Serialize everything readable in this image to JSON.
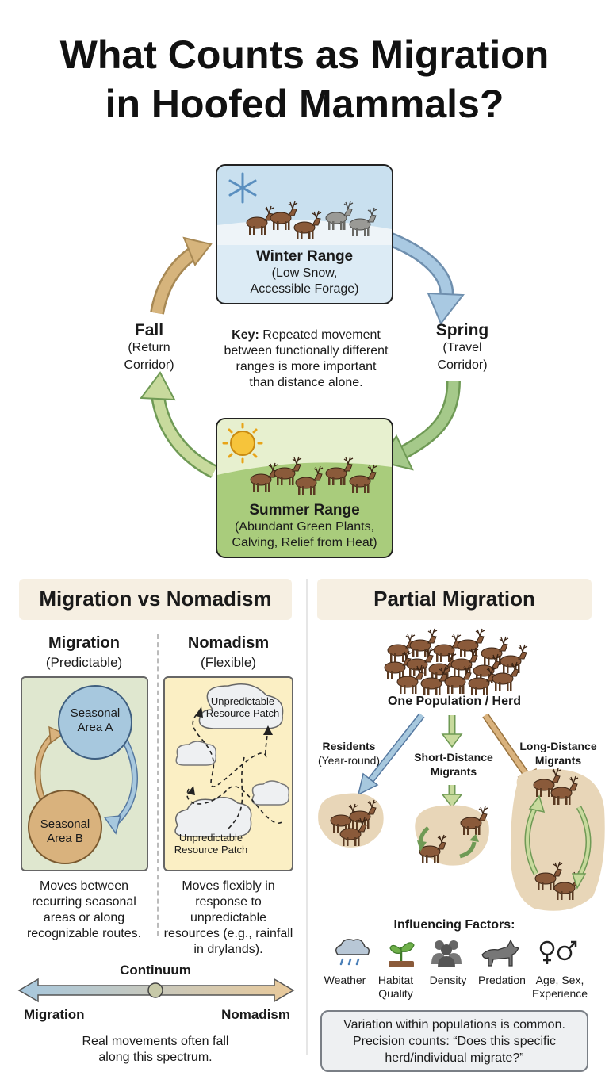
{
  "title": {
    "line1": "What Counts as Migration",
    "line2": "in Hoofed Mammals?"
  },
  "cycle": {
    "winter": {
      "name": "Winter Range",
      "sub1": "(Low Snow,",
      "sub2": "Accessible Forage)"
    },
    "summer": {
      "name": "Summer Range",
      "sub1": "(Abundant Green Plants,",
      "sub2": "Calving, Relief from Heat)"
    },
    "fall": {
      "name": "Fall",
      "sub1": "(Return",
      "sub2": "Corridor)"
    },
    "spring": {
      "name": "Spring",
      "sub1": "(Travel",
      "sub2": "Corridor)"
    },
    "key": {
      "label": "Key:",
      "line1": " Repeated movement",
      "line2": "between functionally different",
      "line3": "ranges is more important",
      "line4": "than distance alone."
    }
  },
  "left_panel": {
    "heading": "Migration vs Nomadism",
    "migration": {
      "title": "Migration",
      "sub": "(Predictable)",
      "area_a_1": "Seasonal",
      "area_a_2": "Area A",
      "area_b_1": "Seasonal",
      "area_b_2": "Area B",
      "desc1": "Moves between",
      "desc2": "recurring seasonal",
      "desc3": "areas or along",
      "desc4": "recognizable routes."
    },
    "nomadism": {
      "title": "Nomadism",
      "sub": "(Flexible)",
      "patch_top_1": "Unpredictable",
      "patch_top_2": "Resource Patch",
      "patch_bottom_1": "Unpredictable",
      "patch_bottom_2": "Resource Patch",
      "desc1": "Moves flexibly in",
      "desc2": "response to",
      "desc3": "unpredictable",
      "desc4": "resources (e.g., rainfall",
      "desc5": "in drylands)."
    },
    "continuum": {
      "label": "Continuum",
      "left": "Migration",
      "right": "Nomadism",
      "note1": "Real movements often fall",
      "note2": "along this spectrum."
    }
  },
  "right_panel": {
    "heading": "Partial Migration",
    "herd_label": "One Population / Herd",
    "residents": {
      "name": "Residents",
      "sub": "(Year-round)"
    },
    "short": {
      "line1": "Short-Distance",
      "line2": "Migrants"
    },
    "long": {
      "line1": "Long-Distance",
      "line2": "Migrants"
    },
    "factors_title": "Influencing Factors:",
    "factors": [
      {
        "icon": "rain-cloud-icon",
        "l1": "Weather",
        "l2": ""
      },
      {
        "icon": "sprout-icon",
        "l1": "Habitat",
        "l2": "Quality"
      },
      {
        "icon": "people-icon",
        "l1": "Density",
        "l2": ""
      },
      {
        "icon": "wolf-icon",
        "l1": "Predation",
        "l2": ""
      },
      {
        "icon": "sex-symbols-icon",
        "l1": "Age, Sex,",
        "l2": "Experience"
      }
    ],
    "note1": "Variation within populations is common.",
    "note2": "Precision counts: “Does this specific",
    "note3": "herd/individual migrate?”"
  },
  "colors": {
    "winter_sky": "#c9e0ef",
    "summer_grass": "#a9cc7c",
    "panel_head": "#f6efe2",
    "animal": "#8a5a3a",
    "migration_bg": "#dfe7cf",
    "nomad_bg": "#fbefc4",
    "area_a": "#a7c8de",
    "area_b": "#d9b27d"
  }
}
